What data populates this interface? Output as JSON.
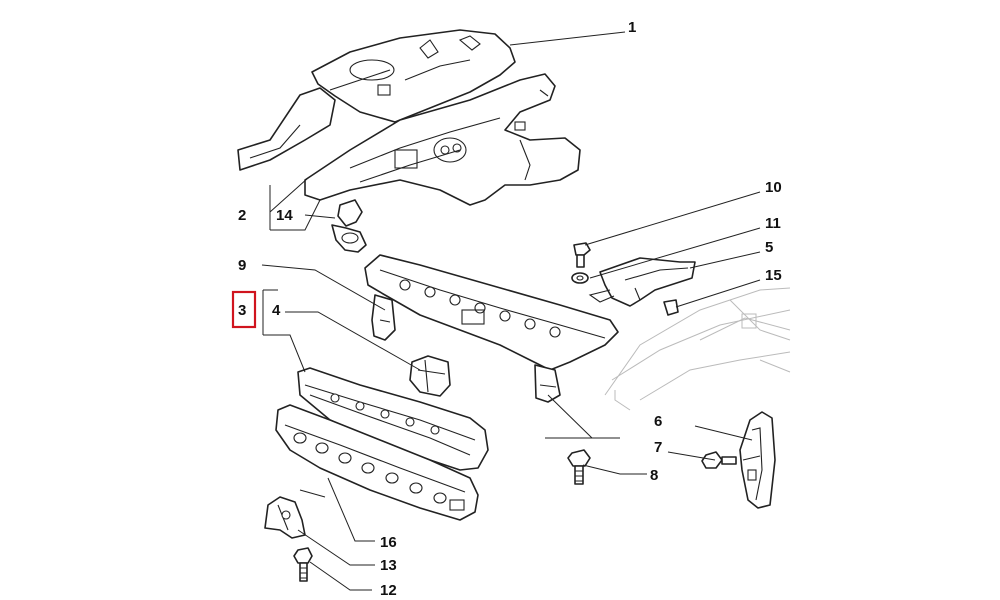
{
  "labels": {
    "p1": "1",
    "p2": "2",
    "p3": "3",
    "p4": "4",
    "p5": "5",
    "p6": "6",
    "p7": "7",
    "p8": "8",
    "p9": "9",
    "p10": "10",
    "p11": "11",
    "p12": "12",
    "p13": "13",
    "p14": "14",
    "p15": "15",
    "p16": "16"
  },
  "highlight": {
    "label": "3",
    "color": "#d0141e"
  }
}
